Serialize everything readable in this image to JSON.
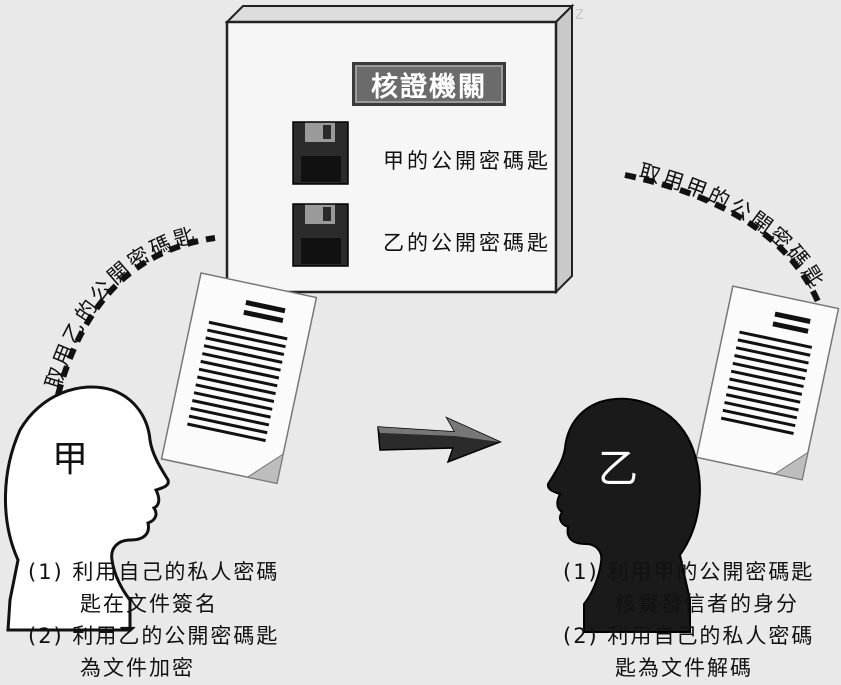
{
  "authority": {
    "title": "核證機關"
  },
  "keys": {
    "a_public_key": "甲的公開密碼匙",
    "b_public_key": "乙的公開密碼匙"
  },
  "arcs": {
    "left_label": "取用乙的公開密碼匙",
    "right_label": "取用甲的公開密碼匙"
  },
  "persons": {
    "a": {
      "name": "甲"
    },
    "b": {
      "name": "乙"
    }
  },
  "steps": {
    "a": {
      "line1": "(1) 利用自己的私人密碼",
      "line2": "匙在文件簽名",
      "line3": "(2) 利用乙的公開密碼匙",
      "line4": "為文件加密"
    },
    "b": {
      "line1": "(1) 利用甲的公開密碼匙",
      "line2": "核實發信者的身分",
      "line3": "(2) 利用自己的私人密碼",
      "line4": "匙為文件解碼"
    }
  },
  "colors": {
    "background": "#e9e9e9",
    "box_fill": "#f6f6f6",
    "plate_fill": "#6b6b6b",
    "ink": "#111111"
  },
  "icons": [
    "floppy-disk-icon",
    "document-icon",
    "arrow-right-icon",
    "person-head-icon"
  ]
}
